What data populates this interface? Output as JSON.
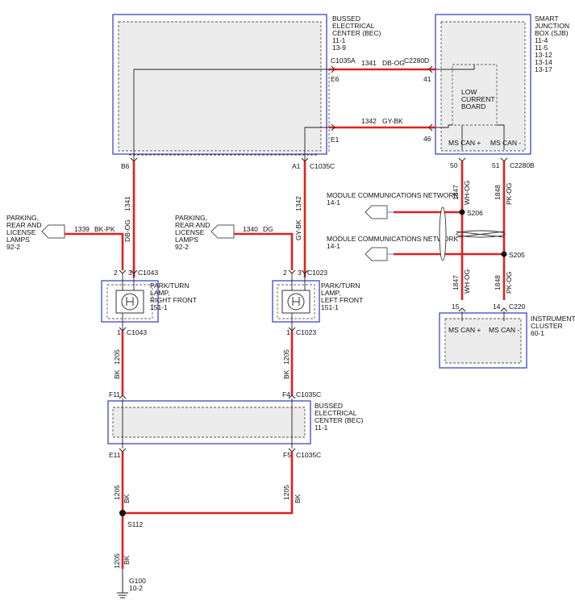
{
  "bec_top": {
    "title": [
      "BUSSED",
      "ELECTRICAL",
      "CENTER (BEC)",
      "11-1",
      "13-9"
    ],
    "pins": {
      "c1035a": "C1035A",
      "e6": "E6",
      "e1": "E1",
      "b6": "B6",
      "a1": "A1",
      "c1035c": "C1035C"
    }
  },
  "sjb": {
    "title": [
      "SMART",
      "JUNCTION",
      "BOX (SJB)",
      "11-4",
      "11-5",
      "13-12",
      "13-14",
      "13-17"
    ],
    "pins": {
      "c2280d": "C2280D",
      "p41": "41",
      "p46": "46",
      "p50": "50",
      "p51": "51",
      "c2280b": "C2280B"
    },
    "low_current_board": [
      "LOW",
      "CURRENT",
      "BOARD"
    ],
    "ms_can_plus": "MS CAN +",
    "ms_can_minus": "MS CAN -"
  },
  "wires": {
    "w1341_top": {
      "num": "1341",
      "color": "DB-OG"
    },
    "w1342_top": {
      "num": "1342",
      "color": "GY-BK"
    },
    "w1341_vert": {
      "num": "1341",
      "color": "DB-OG"
    },
    "w1342_vert": {
      "num": "1342",
      "color": "GY-BK"
    },
    "w1339": {
      "num": "1339",
      "color": "BK-PK"
    },
    "w1340": {
      "num": "1340",
      "color": "DG"
    },
    "w1847_a": {
      "num": "1847",
      "color": "WH-OG"
    },
    "w1848_a": {
      "num": "1848",
      "color": "PK-OG"
    },
    "w1847_b": {
      "num": "1847",
      "color": "WH-OG"
    },
    "w1848_b": {
      "num": "1848",
      "color": "PK-OG"
    },
    "w1205_l1": {
      "num": "1205",
      "color": "BK"
    },
    "w1205_r1": {
      "num": "1205",
      "color": "BK"
    },
    "w1205_l2": {
      "num": "1205",
      "color": "BK"
    },
    "w1205_r2": {
      "num": "1205",
      "color": "BK"
    },
    "w1205_bottom": {
      "num": "1205",
      "color": "BK"
    }
  },
  "left_parking": {
    "label": [
      "PARKING,",
      "REAR AND",
      "LICENSE",
      "LAMPS",
      "92-2"
    ]
  },
  "mid_parking": {
    "label": [
      "PARKING,",
      "REAR AND",
      "LICENSE",
      "LAMPS",
      "92-2"
    ]
  },
  "lamp_rf": {
    "label": [
      "PARK/TURN",
      "LAMP,",
      "RIGHT FRONT",
      "151-1"
    ],
    "pin2": "2",
    "pin3": "3",
    "pin1": "1",
    "c_top": "C1043",
    "c_bottom": "C1043"
  },
  "lamp_lf": {
    "label": [
      "PARK/TURN",
      "LAMP,",
      "LEFT FRONT",
      "151-1"
    ],
    "pin2": "2",
    "pin3": "3",
    "pin1": "1",
    "c_top": "C1023",
    "c_bottom": "C1023"
  },
  "network": {
    "label1": [
      "MODULE COMMUNICATIONS NETWORK",
      "14-1"
    ],
    "label2": [
      "MODULE COMMUNICATIONS NETWORK",
      "14-1"
    ],
    "s206": "S206",
    "s205": "S205"
  },
  "cluster": {
    "title": [
      "INSTRUMENT",
      "CLUSTER",
      "60-1"
    ],
    "p15": "15",
    "p14": "14",
    "c220": "C220",
    "ms_can_plus": "MS CAN +",
    "ms_can_minus": "MS CAN -"
  },
  "bec_bottom": {
    "title": [
      "BUSSED",
      "ELECTRICAL",
      "CENTER (BEC)",
      "11-1"
    ],
    "f11": "F11",
    "f4": "F4",
    "c1035c_top": "C1035C",
    "e11": "E11",
    "f5": "F5",
    "c1035c_bottom": "C1035C"
  },
  "splice": {
    "s112": "S112"
  },
  "ground": {
    "g100": "G100",
    "ref": "10-2"
  }
}
